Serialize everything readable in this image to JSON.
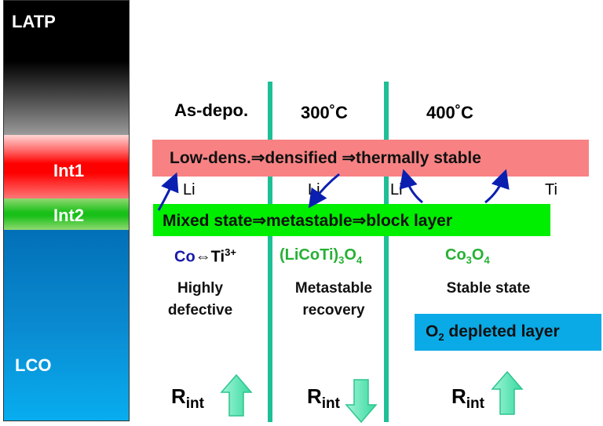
{
  "stack": {
    "layers": [
      {
        "id": "latp",
        "label": "LATP"
      },
      {
        "id": "int1",
        "label": "Int1"
      },
      {
        "id": "int2",
        "label": "Int2"
      },
      {
        "id": "lco",
        "label": "LCO"
      }
    ]
  },
  "columns": {
    "headers": [
      "As-depo.",
      "300˚C",
      "400˚C"
    ]
  },
  "bars": {
    "red_text": "Low-dens.⇒densified  ⇒thermally stable",
    "green_text": "Mixed state⇒metastable⇒block layer"
  },
  "ion_labels": [
    "Li",
    "Li",
    "Li",
    "Ti"
  ],
  "phases": {
    "col1": {
      "a": "Co",
      "arrow": "⇔",
      "b": "Ti",
      "b_sup": "3+"
    },
    "col2": {
      "a": "(LiCoTi)",
      "sub1": "3",
      "b": "O",
      "sub2": "4"
    },
    "col3": {
      "a": "Co",
      "sub1": "3",
      "b": "O",
      "sub2": "4"
    }
  },
  "descriptions": {
    "col1": [
      "Highly",
      "defective"
    ],
    "col2": [
      "Metastable",
      "recovery"
    ],
    "col3": [
      "Stable state"
    ]
  },
  "o2_box": {
    "pre": "O",
    "sub": "2",
    "post": " depleted layer"
  },
  "resistance": {
    "symbol": "R",
    "sub": "int",
    "trends": [
      "up",
      "down",
      "up"
    ]
  },
  "colors": {
    "divider": "#1fbf95",
    "red_bar": "#f88283",
    "green_bar": "#00ee00",
    "o2_box": "#0aaae6",
    "ion_arrow": "#0a1fb0",
    "rint_arrow": "#5fe8b8",
    "phase_green": "#27b035",
    "phase_blue": "#1a1aa8"
  }
}
